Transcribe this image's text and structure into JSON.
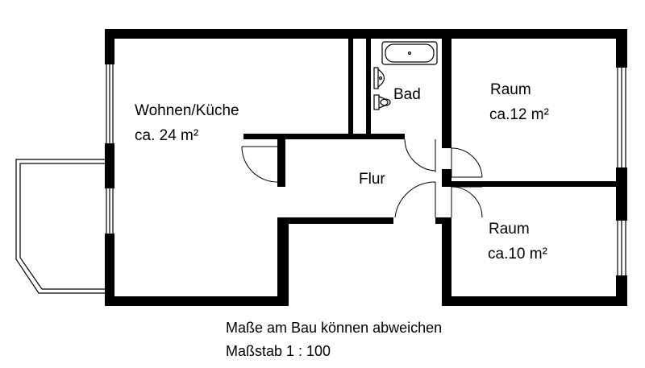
{
  "rooms": {
    "living": {
      "name": "Wohnen/Küche",
      "area": "ca. 24 m²"
    },
    "bath": {
      "name": "Bad"
    },
    "room1": {
      "name": "Raum",
      "area": "ca.12 m²"
    },
    "room2": {
      "name": "Raum",
      "area": "ca.10 m²"
    },
    "hall": {
      "name": "Flur"
    }
  },
  "notes": {
    "disclaimer": "Maße am Bau können abweichen",
    "scale": "Maßstab 1 : 100"
  },
  "colors": {
    "walls": "#000000",
    "background": "#ffffff"
  }
}
